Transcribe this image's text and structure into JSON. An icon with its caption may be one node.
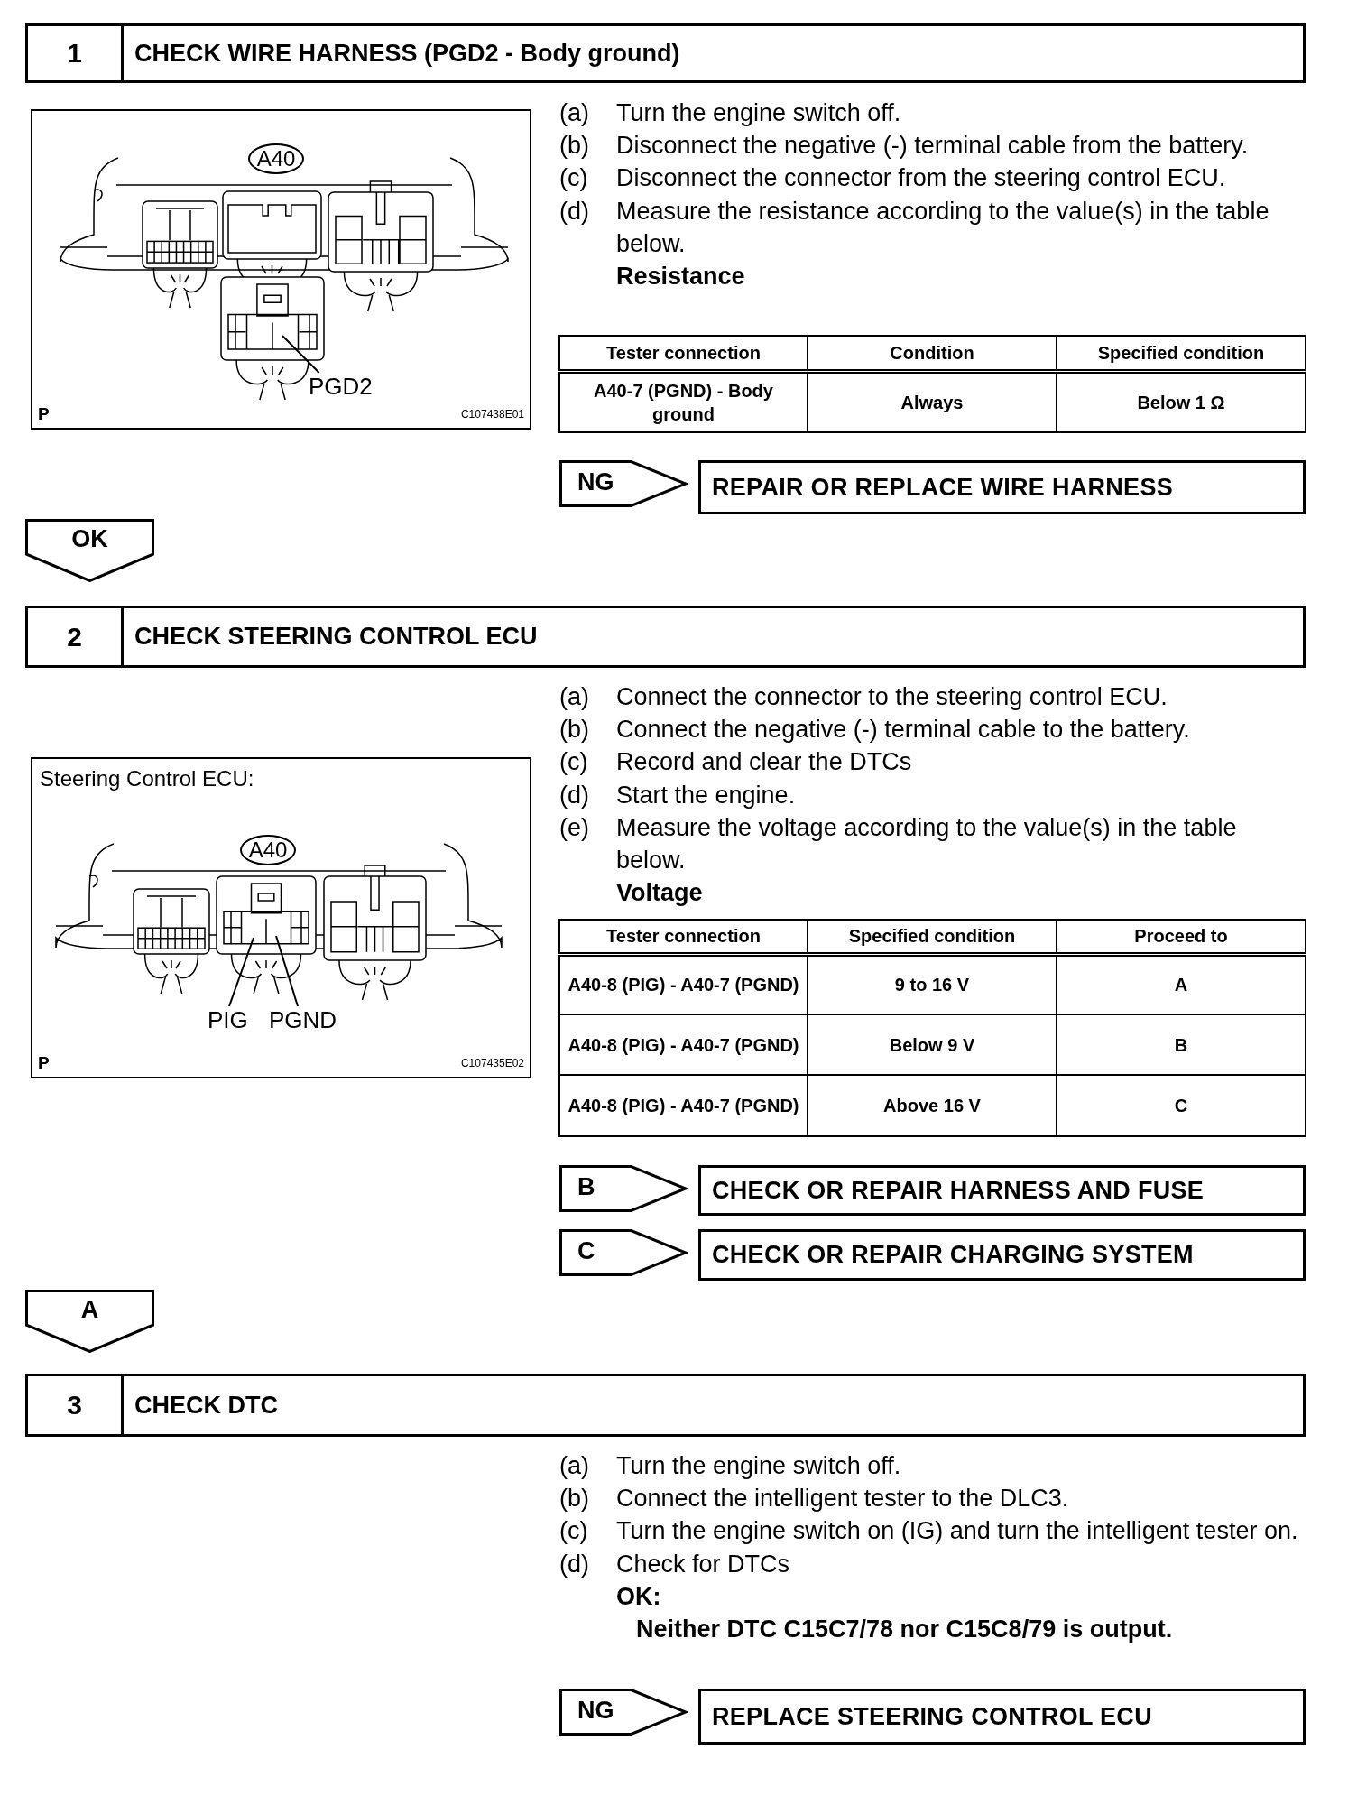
{
  "diagram": {
    "nodes": [
      {
        "text": [
          "1",
          "CHECK WIRE HARNESS (PGD2 - Body ground)"
        ]
      },
      {
        "text": [
          "P",
          "C107438E01"
        ]
      },
      {
        "text": [
          "A40"
        ],
        "in": 1
      },
      {
        "text": [
          "PGD2"
        ],
        "in": 1
      },
      {
        "text": [
          "NG"
        ]
      },
      {
        "text": [
          "REPAIR OR REPLACE WIRE HARNESS"
        ]
      },
      {
        "text": [
          "OK"
        ]
      },
      {
        "text": [
          "2",
          "CHECK STEERING CONTROL ECU"
        ]
      },
      {
        "text": [
          "Steering Control ECU:",
          "P",
          "C107435E02"
        ]
      },
      {
        "text": [
          "A40"
        ],
        "in": 8
      },
      {
        "text": [
          "PIG"
        ],
        "in": 8
      },
      {
        "text": [
          "PGND"
        ],
        "in": 8
      },
      {
        "text": [
          "B"
        ]
      },
      {
        "text": [
          "CHECK OR REPAIR HARNESS AND FUSE"
        ]
      },
      {
        "text": [
          "C"
        ]
      },
      {
        "text": [
          "CHECK OR REPAIR CHARGING SYSTEM"
        ]
      },
      {
        "text": [
          "A"
        ]
      },
      {
        "text": [
          "3",
          "CHECK DTC"
        ]
      },
      {
        "text": [
          "NG"
        ]
      },
      {
        "text": [
          "REPLACE STEERING CONTROL ECU"
        ]
      }
    ],
    "edges": [
      {
        "from": 3,
        "to": null,
        "arrow": "none"
      },
      {
        "from": 10,
        "to": null,
        "arrow": "none"
      },
      {
        "from": 11,
        "to": null,
        "arrow": "none"
      }
    ],
    "labels": [
      "(a)",
      "Turn the engine switch off.",
      "(b)",
      "Disconnect the negative (-) terminal cable from the battery.",
      "(c)",
      "Disconnect the connector from the steering control ECU.",
      "(d)",
      "Measure the resistance according to the value(s) in the table below.",
      "Resistance",
      "Tester connection",
      "Condition",
      "Specified condition",
      "A40-7 (PGND) - Body ground",
      "Always",
      "Below 1 Ω",
      "(a)",
      "Connect the connector to the steering control ECU.",
      "(b)",
      "Connect the negative (-) terminal cable to the battery.",
      "(c)",
      "Record and clear the DTCs",
      "(d)",
      "Start the engine.",
      "(e)",
      "Measure the voltage according to the value(s) in the table below.",
      "Voltage",
      "Tester connection",
      "Specified condition",
      "Proceed to",
      "A40-8 (PIG) - A40-7 (PGND)",
      "9 to 16 V",
      "A",
      "A40-8 (PIG) - A40-7 (PGND)",
      "Below 9 V",
      "B",
      "A40-8 (PIG) - A40-7 (PGND)",
      "Above 16 V",
      "C",
      "(a)",
      "Turn the engine switch off.",
      "(b)",
      "Connect the intelligent tester to the DLC3.",
      "(c)",
      "Turn the engine switch on (IG) and turn the intelligent tester on.",
      "(d)",
      "Check for DTCs",
      "OK:",
      "Neither DTC C15C7/78 nor C15C8/79 is output."
    ]
  }
}
